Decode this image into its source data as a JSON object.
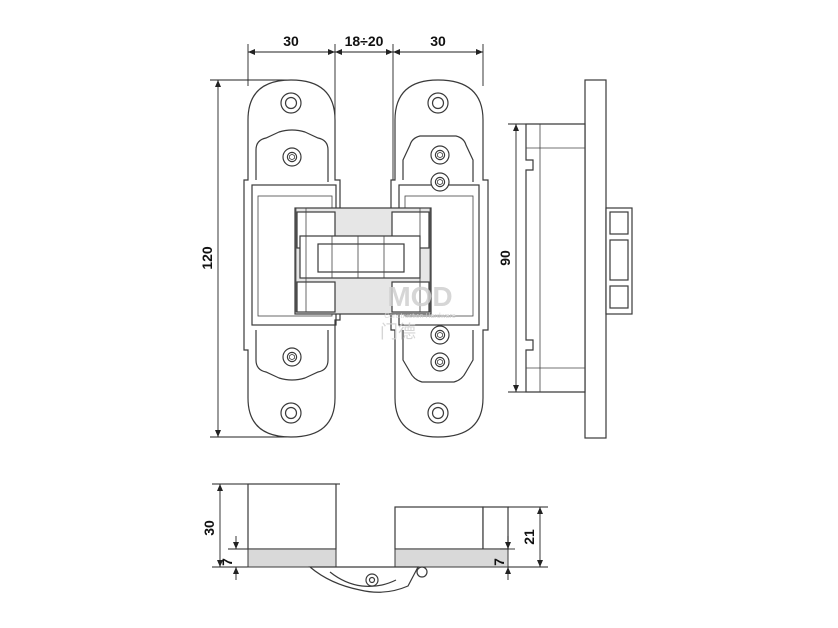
{
  "dimensions": {
    "top_left_width": "30",
    "top_gap": "18÷20",
    "top_right_width": "30",
    "height_total": "120",
    "side_height": "90",
    "bottom_height": "30",
    "bottom_offset_left": "7",
    "bottom_height_right": "21",
    "bottom_offset_right": "7"
  },
  "watermark": {
    "logo": "MOD",
    "sub": "Construction Hardware",
    "cn": "门德"
  }
}
